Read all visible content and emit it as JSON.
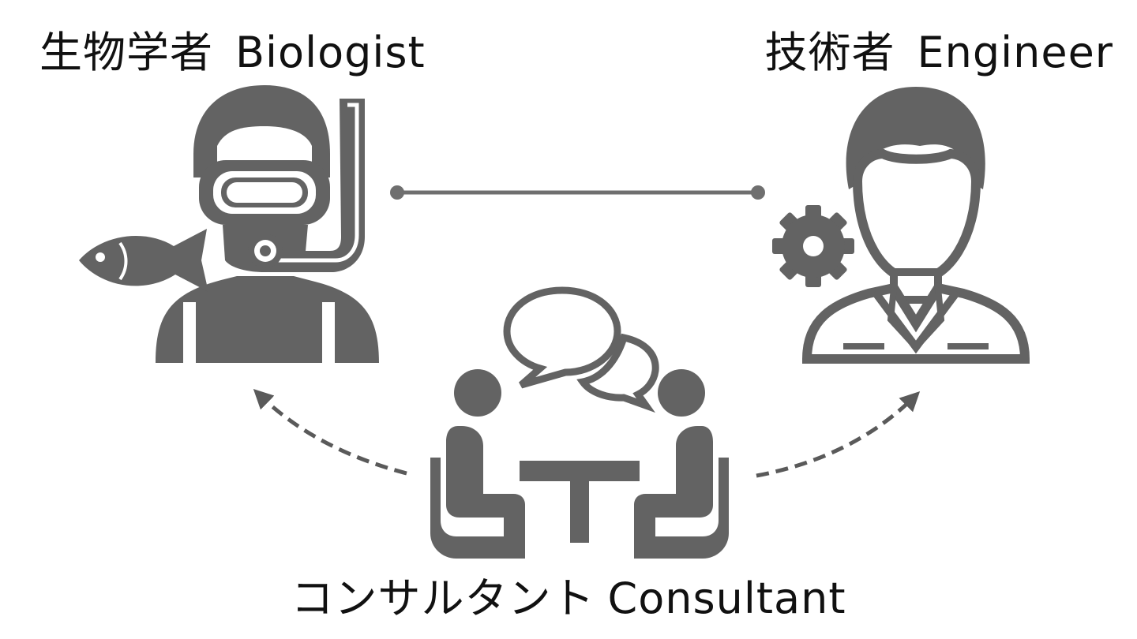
{
  "roles": {
    "biologist": {
      "ja": "生物学者",
      "en": "Biologist",
      "icon": "diver-with-fish-icon"
    },
    "engineer": {
      "ja": "技術者",
      "en": "Engineer",
      "icon": "engineer-with-gear-icon"
    },
    "consultant": {
      "ja": "コンサルタント",
      "en": "Consultant",
      "icon": "meeting-table-with-speech-bubbles-icon"
    }
  },
  "colors": {
    "icon": "#636363",
    "connector": "#6f6f6f",
    "arrow": "#5a5a5a",
    "text": "#111111",
    "background": "#ffffff"
  },
  "connections": [
    {
      "from": "biologist",
      "to": "engineer",
      "style": "solid"
    },
    {
      "from": "consultant",
      "to": "biologist",
      "style": "dashed-arrow"
    },
    {
      "from": "consultant",
      "to": "engineer",
      "style": "dashed-arrow"
    }
  ]
}
